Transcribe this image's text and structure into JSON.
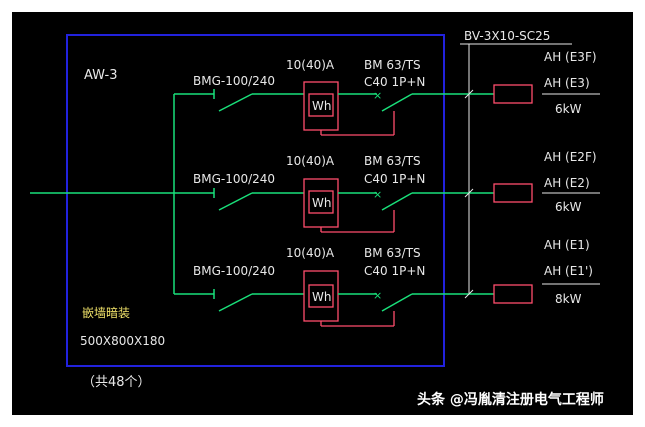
{
  "panel": {
    "name": "AW-3",
    "note_line1": "嵌墙暗装",
    "note_line2": "500X800X180",
    "quantity": "（共48个）"
  },
  "feeder_cable": "BV-3X10-SC25",
  "circuits": [
    {
      "breaker": "BMG-100/240",
      "meter_rating": "10(40)A",
      "meter_label": "Wh",
      "mcb_line1": "BM 63/TS",
      "mcb_line2": "C40  1P+N",
      "load_line1": "AH (E3F)",
      "load_line2": "AH (E3)",
      "power": "6kW"
    },
    {
      "breaker": "BMG-100/240",
      "meter_rating": "10(40)A",
      "meter_label": "Wh",
      "mcb_line1": "BM 63/TS",
      "mcb_line2": "C40  1P+N",
      "load_line1": "AH (E2F)",
      "load_line2": "AH (E2)",
      "power": "6kW"
    },
    {
      "breaker": "BMG-100/240",
      "meter_rating": "10(40)A",
      "meter_label": "Wh",
      "mcb_line1": "BM 63/TS",
      "mcb_line2": "C40  1P+N",
      "load_line1": "AH (E1)",
      "load_line2": "AH (E1')",
      "power": "8kW"
    }
  ],
  "watermark": "头条 @冯胤清注册电气工程师",
  "colors": {
    "background": "#000000",
    "panel_border": "#2222dd",
    "wiring": "#19e07a",
    "meter_outline": "#ff4d6d",
    "label_text": "#e8e8e8",
    "note_text": "#f2e36a"
  }
}
